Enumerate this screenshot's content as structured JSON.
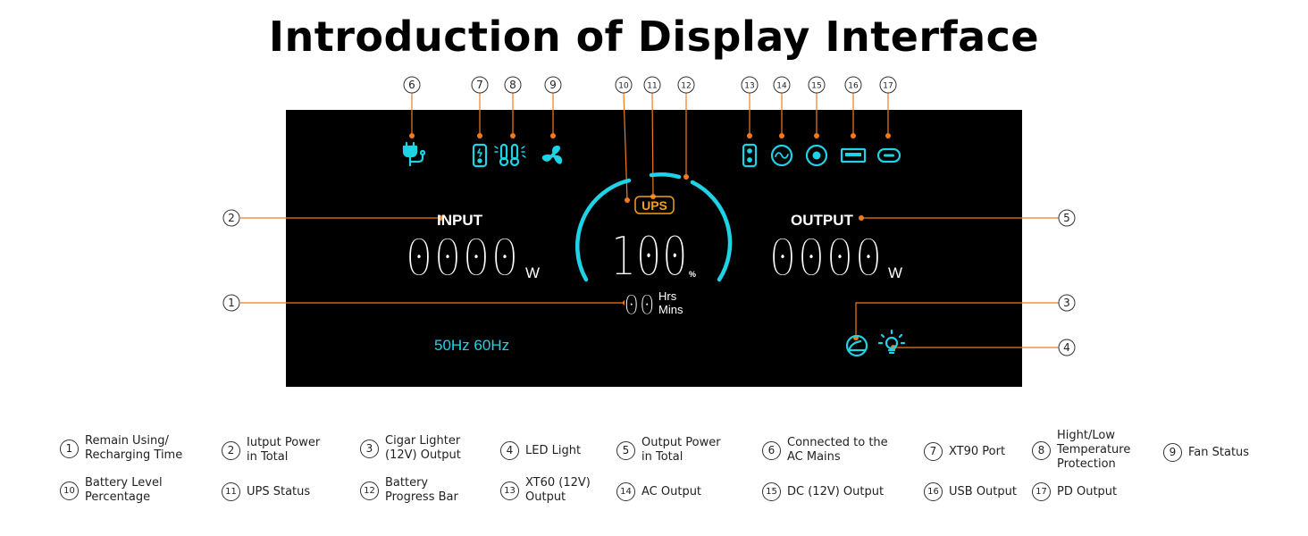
{
  "title": "Introduction of Display Interface",
  "colors": {
    "cyan": "#1fd3e6",
    "orange": "#f07b1e",
    "screen": "#000000",
    "white": "#ffffff"
  },
  "screen": {
    "input_label": "INPUT",
    "input_value": "0000",
    "input_unit": "W",
    "output_label": "OUTPUT",
    "output_value": "0000",
    "output_unit": "W",
    "battery_value": "100",
    "battery_unit": "%",
    "ups_label": "UPS",
    "time_value": "00",
    "time_unit_hrs": "Hrs",
    "time_unit_mins": "Mins",
    "frequency": "50Hz 60Hz"
  },
  "icons": [
    "ac-mains-plug-icon",
    "xt90-port-icon",
    "temperature-protection-icon",
    "fan-icon",
    "xt60-port-icon",
    "ac-output-icon",
    "dc-output-icon",
    "usb-output-icon",
    "pd-output-icon",
    "cigar-lighter-icon",
    "led-light-icon"
  ],
  "callouts": [
    "1",
    "2",
    "3",
    "4",
    "5",
    "6",
    "7",
    "8",
    "9",
    "10",
    "11",
    "12",
    "13",
    "14",
    "15",
    "16",
    "17"
  ],
  "legend": [
    {
      "num": "1",
      "text": "Remain Using/\nRecharging Time"
    },
    {
      "num": "2",
      "text": "Iutput Power\nin Total"
    },
    {
      "num": "3",
      "text": "Cigar Lighter\n(12V) Output"
    },
    {
      "num": "4",
      "text": "LED Light"
    },
    {
      "num": "5",
      "text": "Output Power\nin Total"
    },
    {
      "num": "6",
      "text": "Connected to the\nAC Mains"
    },
    {
      "num": "7",
      "text": "XT90 Port"
    },
    {
      "num": "8",
      "text": "Hight/Low\nTemperature\nProtection"
    },
    {
      "num": "9",
      "text": "Fan Status"
    },
    {
      "num": "10",
      "text": "Battery Level\nPercentage"
    },
    {
      "num": "11",
      "text": "UPS Status"
    },
    {
      "num": "12",
      "text": "Battery\nProgress Bar"
    },
    {
      "num": "13",
      "text": "XT60 (12V)\nOutput"
    },
    {
      "num": "14",
      "text": "AC Output"
    },
    {
      "num": "15",
      "text": "DC (12V) Output"
    },
    {
      "num": "16",
      "text": "USB Output"
    },
    {
      "num": "17",
      "text": "PD Output"
    }
  ]
}
